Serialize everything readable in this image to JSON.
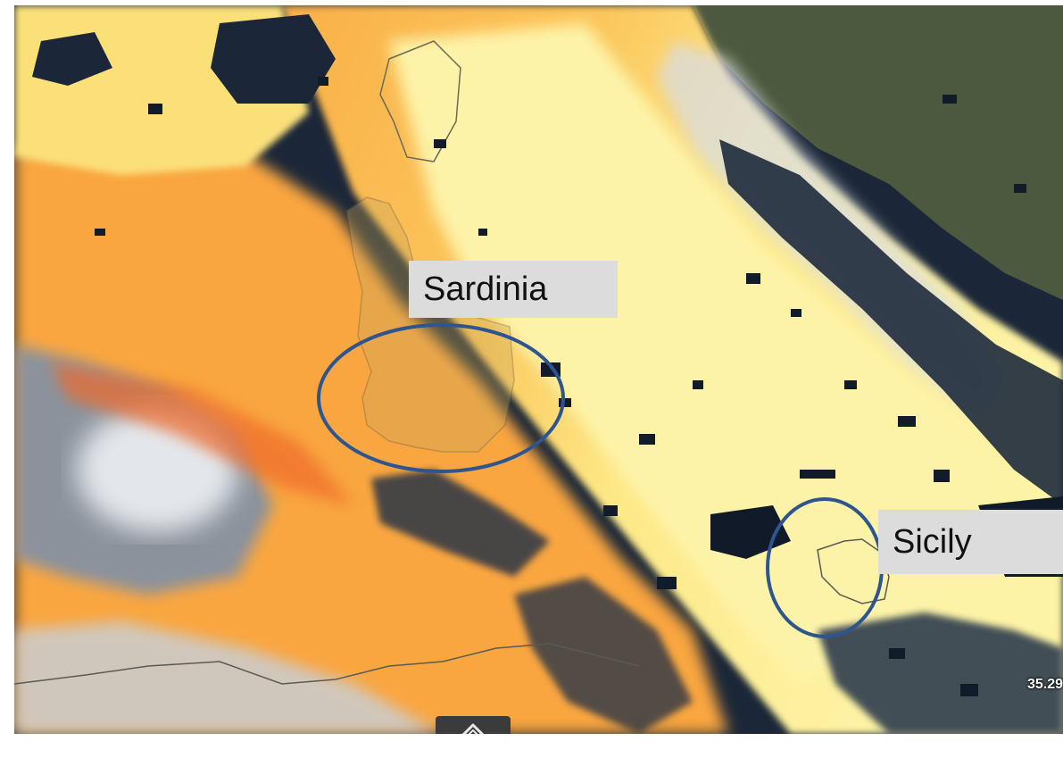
{
  "map": {
    "region_labels": {
      "sardinia": "Sardinia",
      "sicily": "Sicily"
    },
    "coordinate_readout": "35.29",
    "highlight_color": "#2e5590",
    "palette": {
      "ocean": "#1b2738",
      "aerosol_low": "#fdf29a",
      "aerosol_mid": "#fbc55a",
      "aerosol_high": "#f89a3a",
      "aerosol_peak": "#e8482a",
      "cloud": "#d9dde2",
      "land": "#5e6a4e"
    },
    "icons": {
      "nav": "chevron-up-icon"
    }
  }
}
